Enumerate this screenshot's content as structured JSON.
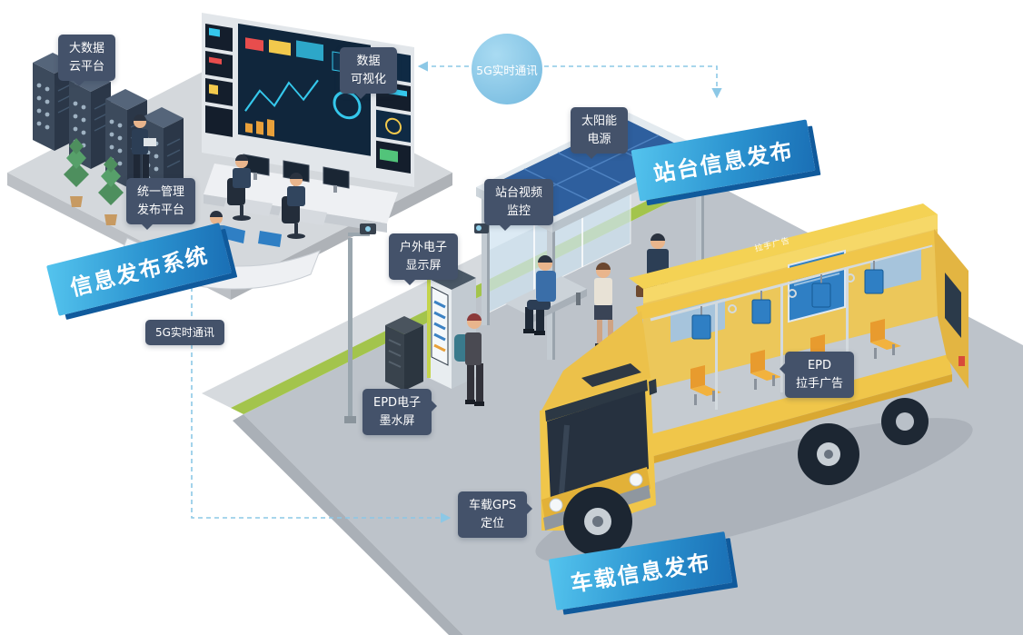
{
  "diagram": {
    "labels": {
      "big_data_cloud": {
        "line1": "大数据",
        "line2": "云平台"
      },
      "data_viz": {
        "line1": "数据",
        "line2": "可视化"
      },
      "five_g_top": "5G实时通讯",
      "solar": {
        "line1": "太阳能",
        "line2": "电源"
      },
      "station_video": {
        "line1": "站台视频",
        "line2": "监控"
      },
      "unified_mgmt": {
        "line1": "统一管理",
        "line2": "发布平台"
      },
      "outdoor_display": {
        "line1": "户外电子",
        "line2": "显示屏"
      },
      "five_g_left": "5G实时通讯",
      "epd_eink": {
        "line1": "EPD电子",
        "line2": "墨水屏"
      },
      "epd_handle": {
        "line1": "EPD",
        "line2": "拉手广告"
      },
      "gps": {
        "line1": "车载GPS",
        "line2": "定位"
      },
      "bus_handle_small": "拉手广告"
    },
    "banners": {
      "info_system": "信息发布系统",
      "station_info": "站台信息发布",
      "vehicle_info": "车载信息发布"
    },
    "colors": {
      "callout_bg": "#44526a",
      "banner_blue_light": "#54c4ee",
      "banner_blue_dark": "#1a6fb5",
      "badge_blue": "#8ecbe9",
      "dashed_line": "#8cc8e6",
      "bus_yellow": "#f0c64a",
      "roof_glass": "#2e5f9e",
      "road_gray": "#bdc3ca",
      "grass_green": "#a3c44c"
    }
  }
}
